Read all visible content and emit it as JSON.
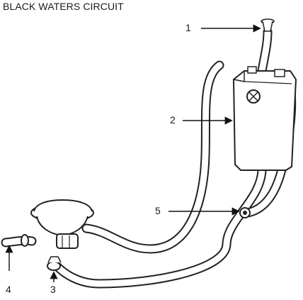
{
  "title": "BLACK WATERS CIRCUIT",
  "callouts": [
    {
      "id": "1",
      "label": "1"
    },
    {
      "id": "2",
      "label": "2"
    },
    {
      "id": "3",
      "label": "3"
    },
    {
      "id": "4",
      "label": "4"
    },
    {
      "id": "5",
      "label": "5"
    }
  ]
}
